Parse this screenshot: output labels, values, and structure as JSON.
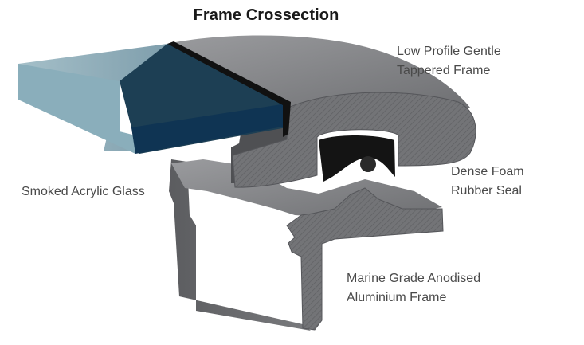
{
  "title": "Frame Crossection",
  "labels": {
    "profile": [
      "Low Profile Gentle",
      "Tappered Frame"
    ],
    "seal": [
      "Dense Foam",
      "Rubber Seal"
    ],
    "glass": [
      "Smoked Acrylic Glass"
    ],
    "frame": [
      "Marine Grade Anodised",
      "Aluminium Frame"
    ]
  },
  "colors": {
    "metal_face": "#6d6e71",
    "metal_top": "#8a8b8e",
    "metal_dark": "#4e4f52",
    "glass_light": "#8fb0bd",
    "glass_dark": "#143a56",
    "seal": "#141414"
  }
}
